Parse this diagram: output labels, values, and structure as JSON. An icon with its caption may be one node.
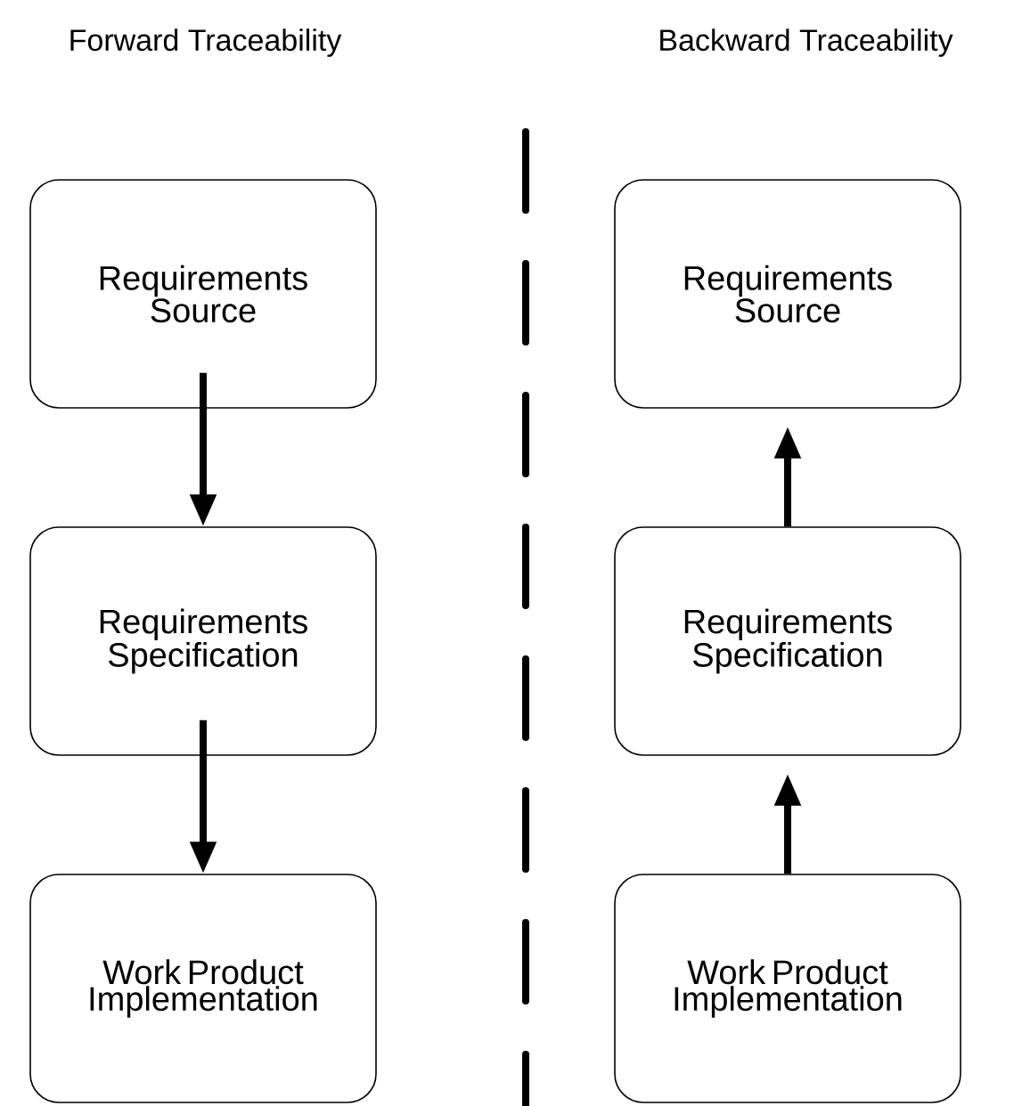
{
  "diagram": {
    "nodes": [
      {
        "text": [
          "Requirements Source"
        ]
      },
      {
        "text": [
          "Requirements Specification"
        ]
      },
      {
        "text": [
          "Work Product Implementation"
        ]
      },
      {
        "text": [
          "Requirements Source"
        ]
      },
      {
        "text": [
          "Requirements Specification"
        ]
      },
      {
        "text": [
          "Work Product Implementation"
        ]
      }
    ],
    "edges": [
      {
        "from": 0,
        "to": 1,
        "arrow": "to"
      },
      {
        "from": 1,
        "to": 2,
        "arrow": "to"
      },
      {
        "from": 5,
        "to": 4,
        "arrow": "to"
      },
      {
        "from": 4,
        "to": 3,
        "arrow": "to"
      }
    ],
    "labels": [
      "Forward Traceability",
      "Backward Traceability"
    ]
  }
}
